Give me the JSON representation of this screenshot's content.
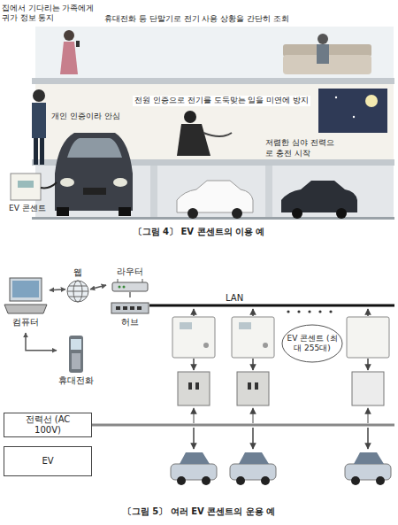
{
  "diagram": {
    "nodes": [
      {
        "text": [
          "컴퓨터"
        ]
      },
      {
        "text": [
          "웹"
        ]
      },
      {
        "text": [
          "휴대전화"
        ]
      },
      {
        "text": [
          "라우터"
        ]
      },
      {
        "text": [
          "허브"
        ]
      },
      {
        "text": [
          "EV 콘센트 (최대 255대)"
        ]
      },
      {
        "text": [
          "전력선 (AC 100V)"
        ]
      },
      {
        "text": [
          "EV"
        ]
      }
    ],
    "edges": [
      {
        "from": 0,
        "to": 1,
        "arrow": "both"
      },
      {
        "from": 0,
        "to": 2,
        "arrow": "both"
      },
      {
        "from": 1,
        "to": 3,
        "arrow": "both"
      }
    ],
    "labels": [
      "집에서 기다리는 가족에게 귀가 정보 통지",
      "휴대전화 등 단말기로 전기 사용 상황을 간단히 조회",
      "전원 인증으로 전기를 도둑맞는 일을 미연에 방지",
      "개인 인증이라 안심",
      "저렴한 심야 전력으로 충전 시작",
      "EV 콘센트",
      "〔그림 4〕 EV 콘센트의 이용 예",
      "LAN",
      "〔그림 5〕 여러 EV 콘센트의 운용 예"
    ]
  }
}
